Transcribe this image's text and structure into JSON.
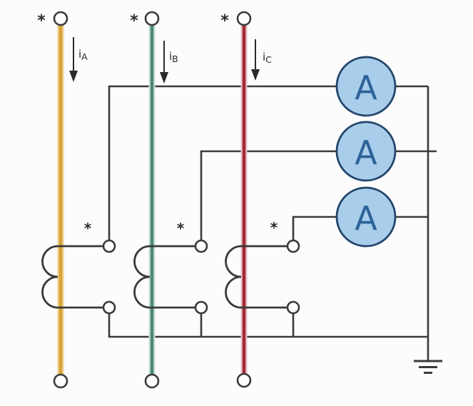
{
  "background": "#FCFCFC",
  "colors": {
    "wire": "#3A3A3A",
    "text": "#2A2A2A",
    "arrow": "#2A2A2A",
    "phase_a": "#D8A23B",
    "phase_a_halo": "#F2DDA6",
    "phase_b": "#4E8776",
    "phase_b_halo": "#C9E0D7",
    "phase_c": "#A12B35",
    "phase_c_halo": "#E5C0C3",
    "terminal_fill": "#FFFFFF",
    "ammeter_fill": "#A9CEEC",
    "ammeter_stroke": "#24466B",
    "ammeter_letter": "#2E6399"
  },
  "labels": {
    "polarity_mark": "*"
  },
  "phase_labels": [
    {
      "symbol": "i",
      "sub": "A"
    },
    {
      "symbol": "i",
      "sub": "B"
    },
    {
      "symbol": "i",
      "sub": "C"
    }
  ],
  "ammeters": [
    {
      "label": "A"
    },
    {
      "label": "A"
    },
    {
      "label": "A"
    }
  ]
}
